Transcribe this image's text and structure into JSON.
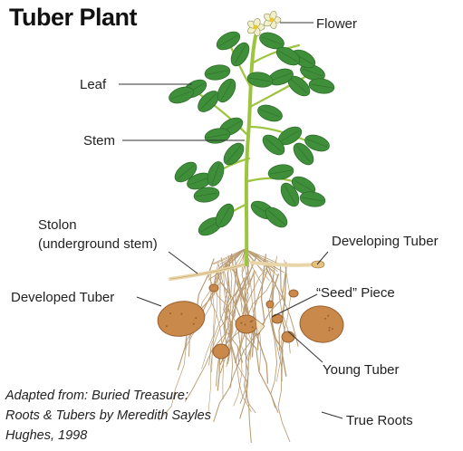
{
  "title": "Tuber Plant",
  "labels": {
    "flower": "Flower",
    "leaf": "Leaf",
    "stem": "Stem",
    "stolon_line1": "Stolon",
    "stolon_line2": "(underground stem)",
    "developing_tuber": "Developing Tuber",
    "developed_tuber": "Developed Tuber",
    "seed_piece": "“Seed” Piece",
    "young_tuber": "Young Tuber",
    "true_roots": "True Roots"
  },
  "credit": {
    "line1": "Adapted from: Buried Treasure:",
    "line2": "Roots & Tubers by Meredith Sayles",
    "line3": "Hughes, 1998"
  },
  "colors": {
    "leaf": "#3f8f3a",
    "leaf_dark": "#2e6e2b",
    "stem": "#9cc43e",
    "tuber": "#c8894a",
    "tuber_dark": "#9a6030",
    "root": "#b89a72",
    "stolon": "#e8d6a8",
    "flower": "#f2f0c8"
  }
}
